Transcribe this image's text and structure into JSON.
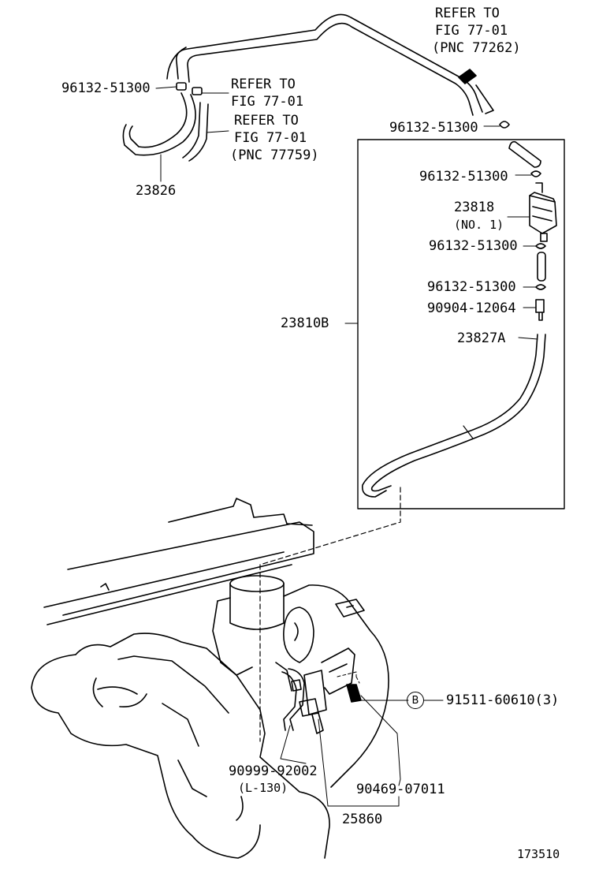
{
  "labels": {
    "refer_top_1": "REFER TO",
    "refer_top_2": "FIG 77-01",
    "refer_top_3": "(PNC 77262)",
    "clamp_left": "96132-51300",
    "refer_mid_a_1": "REFER TO",
    "refer_mid_a_2": "FIG 77-01",
    "refer_mid_b_1": "REFER TO",
    "refer_mid_b_2": "FIG 77-01",
    "refer_mid_b_3": "(PNC 77759)",
    "hose_23826": "23826",
    "clamp_r1": "96132-51300",
    "clamp_r2": "96132-51300",
    "valve_23818": "23818",
    "valve_no": "(NO. 1)",
    "clamp_r3": "96132-51300",
    "clamp_r4": "96132-51300",
    "part_90904": "90904-12064",
    "hose_23827a": "23827A",
    "assy_23810b": "23810B",
    "bolt_callout": "B",
    "bolt_91511": "91511-60610(3)",
    "clamp_90999": "90999-92002",
    "clamp_90999_len": "(L-130)",
    "part_90469": "90469-07011",
    "part_25860": "25860",
    "fig_number": "173510"
  }
}
